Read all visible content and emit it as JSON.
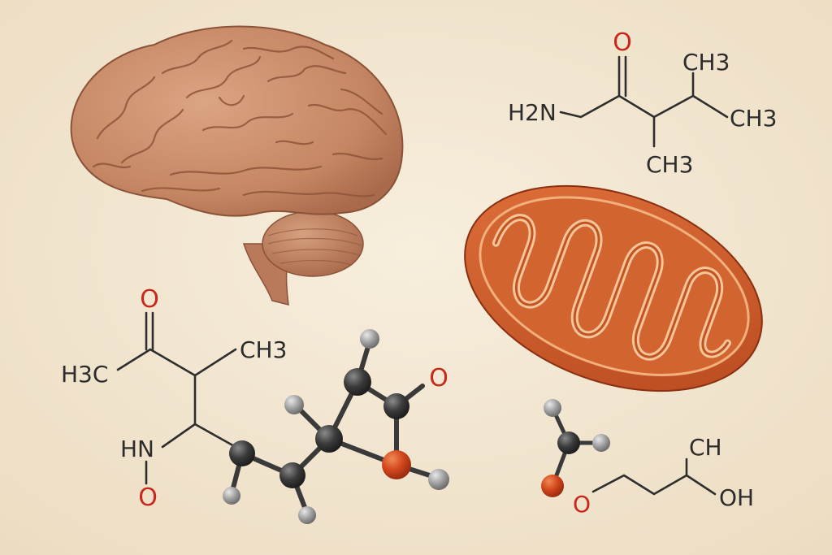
{
  "colors": {
    "paper": "#f3e7d3",
    "ink": "#2c2c2c",
    "oxygen_red": "#c8281b",
    "brain": "#c98b67",
    "mitochondrion": "#c9582a"
  },
  "illustration": {
    "structure_top_right": {
      "o": "O",
      "h2n": "H2N",
      "ch3_upper": "CH3",
      "ch3_right": "CH3",
      "ch3_lower": "CH3"
    },
    "structure_left": {
      "o": "O",
      "h3c": "H3C",
      "ch3": "CH3",
      "hn": "HN",
      "o_lower": "O"
    },
    "ball_and_stick": {
      "o": "O"
    },
    "structure_bottom_right": {
      "o": "O",
      "ch": "CH",
      "oh": "OH"
    }
  }
}
